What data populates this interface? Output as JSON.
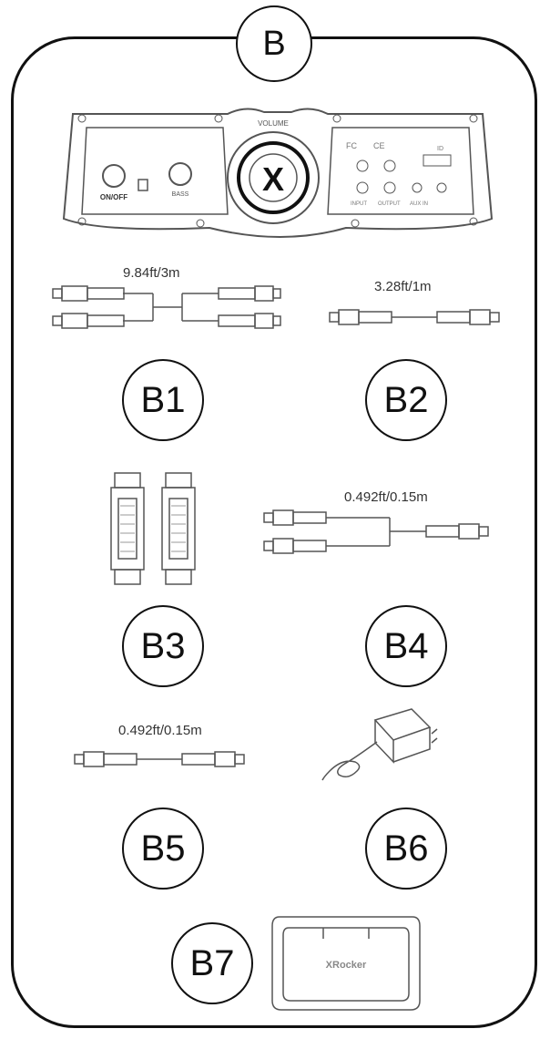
{
  "header": {
    "label": "B"
  },
  "control_panel": {
    "volume_label": "VOLUME",
    "power_label": "ON/OFF",
    "bass_label": "BASS",
    "input_label": "INPUT",
    "output_label": "OUTPUT",
    "aux_label": "AUX IN",
    "fc_mark": "FC",
    "ce_mark": "CE",
    "id_label": "ID",
    "logo": "X"
  },
  "items": [
    {
      "id": "B1",
      "cable_label": "9.84ft/3m"
    },
    {
      "id": "B2",
      "cable_label": "3.28ft/1m"
    },
    {
      "id": "B3"
    },
    {
      "id": "B4",
      "cable_label": "0.492ft/0.15m"
    },
    {
      "id": "B5",
      "cable_label": "0.492ft/0.15m"
    },
    {
      "id": "B6"
    },
    {
      "id": "B7",
      "device_text": "XRocker"
    }
  ],
  "colors": {
    "outline": "#111111",
    "drawing": "#555555"
  }
}
